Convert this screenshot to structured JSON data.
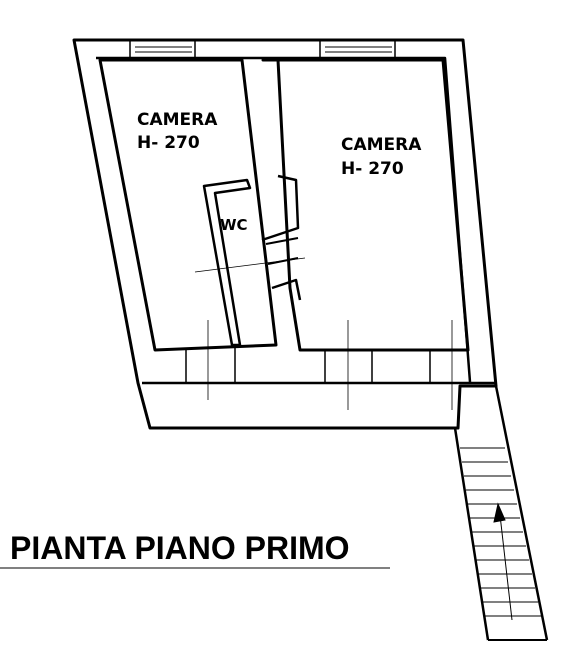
{
  "rooms": [
    {
      "name": "CAMERA",
      "height": "H- 270"
    },
    {
      "name": "CAMERA",
      "height": "H- 270"
    },
    {
      "name": "WC"
    }
  ],
  "title": "PIANTA PIANO PRIMO",
  "colors": {
    "line": "#000000",
    "background": "#ffffff"
  }
}
